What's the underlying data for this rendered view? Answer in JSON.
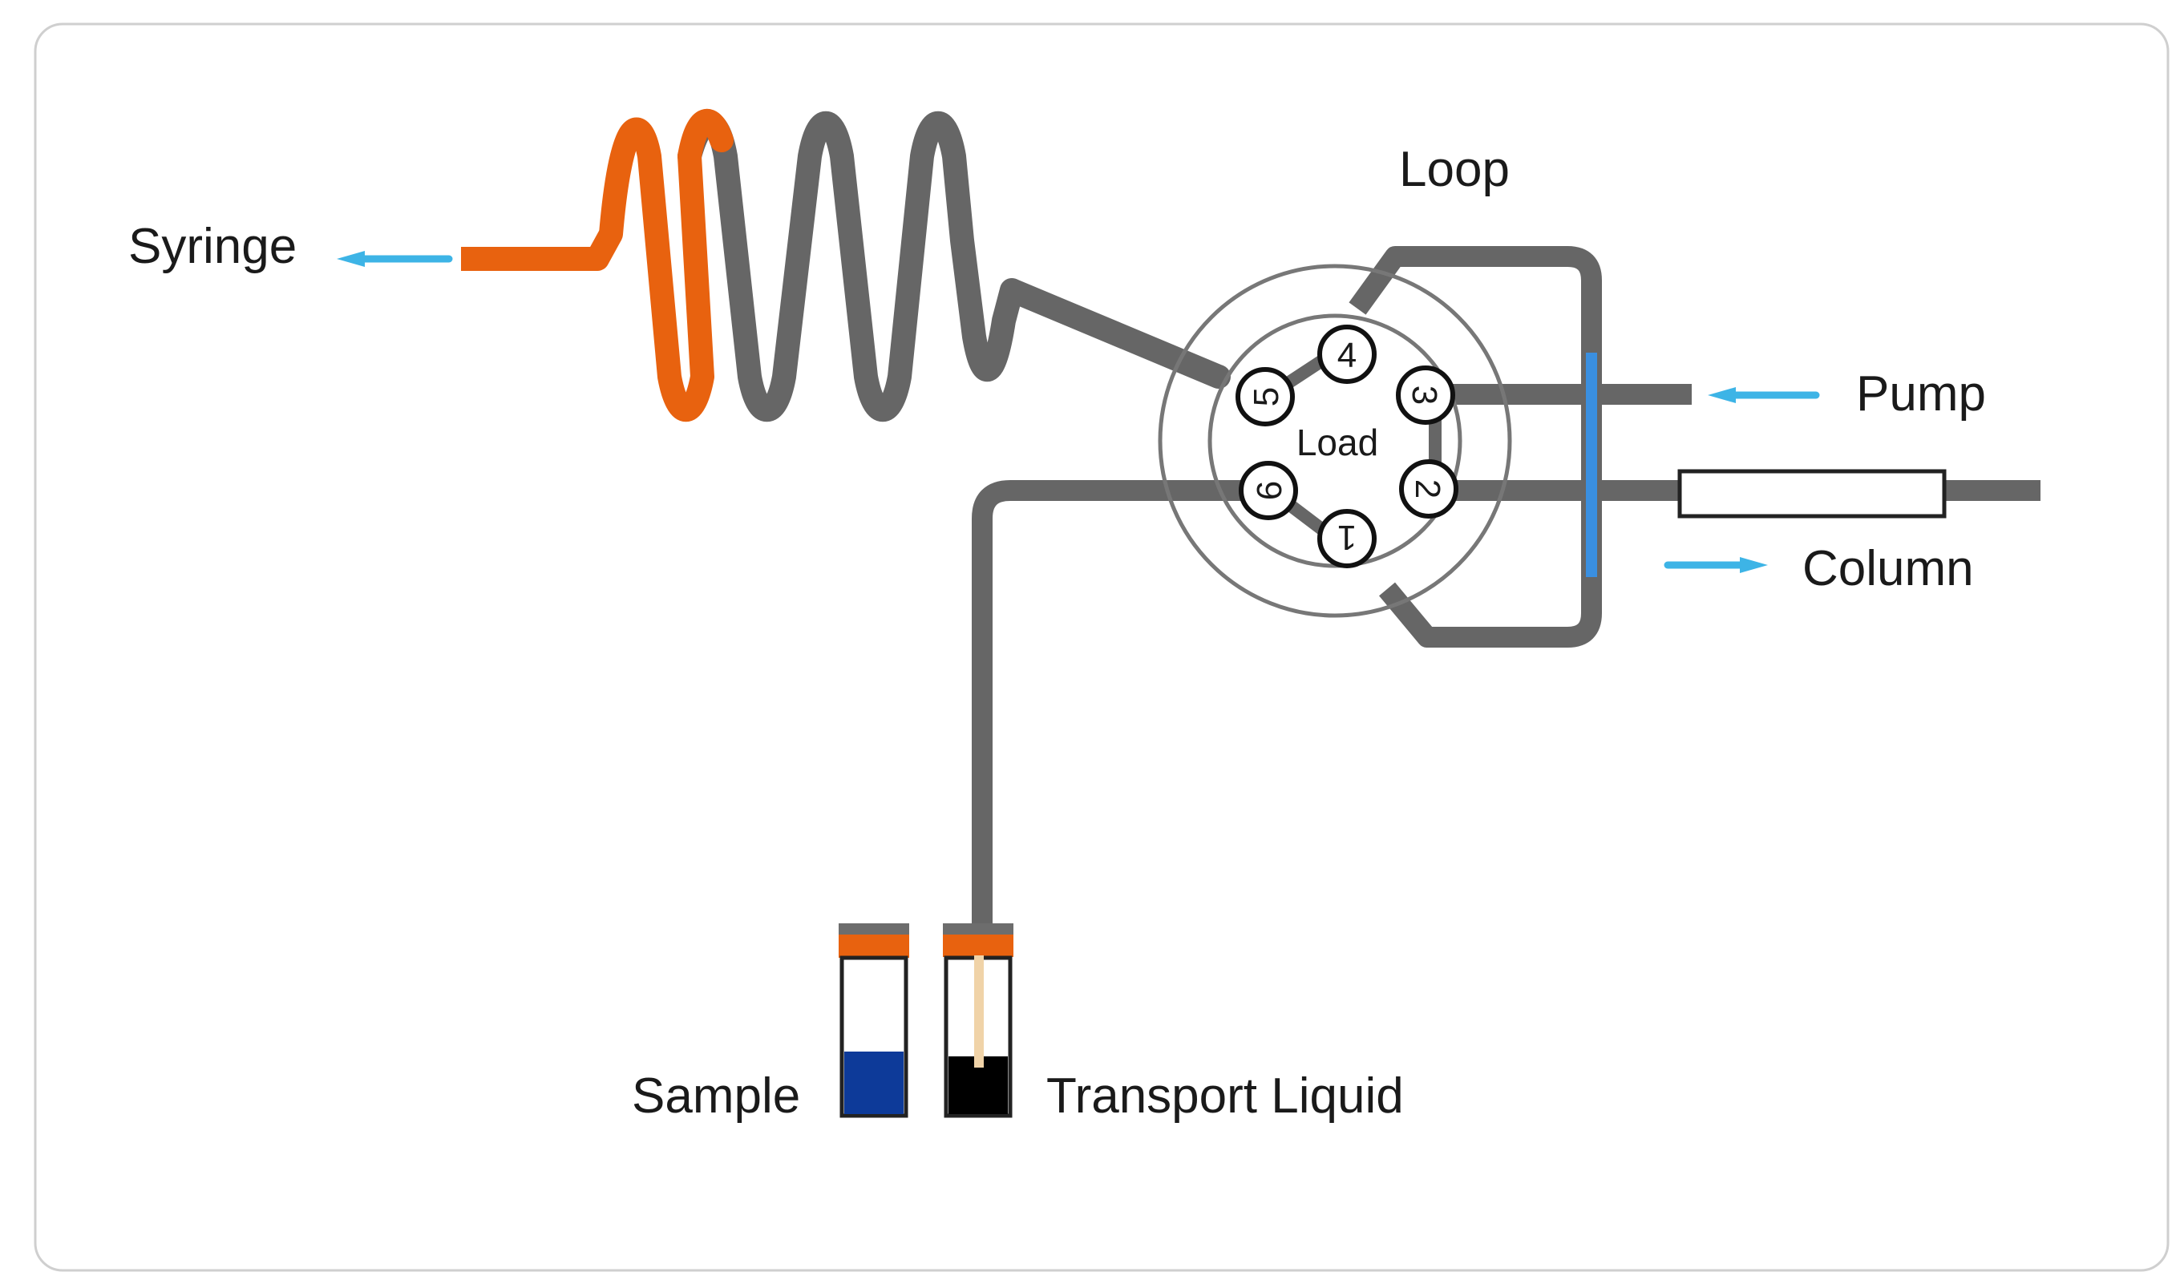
{
  "labels": {
    "syringe": "Syringe",
    "loop": "Loop",
    "pump": "Pump",
    "column": "Column",
    "load": "Load",
    "sample": "Sample",
    "transport_liquid": "Transport Liquid"
  },
  "ports": [
    "1",
    "2",
    "3",
    "4",
    "5",
    "6"
  ],
  "colors": {
    "tubing": "#666666",
    "sample_in_tube": "#e8620f",
    "flow_arrow": "#3db4e6",
    "loop_flow": "#3a8fe0",
    "sample_liquid": "#0d3a99",
    "transport_liquid": "#000000",
    "vial_cap": "#6d6d6d",
    "vial_seal": "#e8620f"
  }
}
